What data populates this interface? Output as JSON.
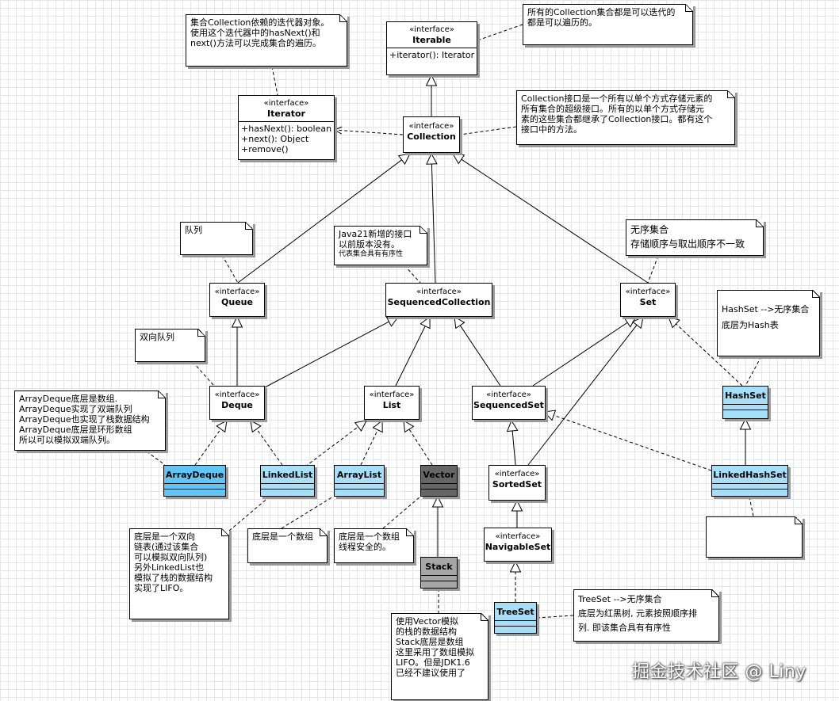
{
  "colors": {
    "blue_dark": "#5ec7f5",
    "blue_light": "#a5dff8",
    "vector_gray": "#666666",
    "stack_gray": "#a6a6a6",
    "line": "#000000"
  },
  "classes": {
    "iterable": {
      "stereotype": "«interface»",
      "name": "Iterable",
      "ops": [
        "+iterator(): Iterator"
      ]
    },
    "iterator": {
      "stereotype": "«interface»",
      "name": "Iterator",
      "ops": [
        "+hasNext(): boolean",
        "+next(): Object",
        "+remove()"
      ]
    },
    "collection": {
      "stereotype": "«interface»",
      "name": "Collection"
    },
    "queue": {
      "stereotype": "«interface»",
      "name": "Queue"
    },
    "sequenced_collection": {
      "stereotype": "«interface»",
      "name": "SequencedCollection"
    },
    "set": {
      "stereotype": "«interface»",
      "name": "Set"
    },
    "deque": {
      "stereotype": "«interface»",
      "name": "Deque"
    },
    "list": {
      "stereotype": "«interface»",
      "name": "List"
    },
    "sequenced_set": {
      "stereotype": "«interface»",
      "name": "SequencedSet"
    },
    "sorted_set": {
      "stereotype": "«interface»",
      "name": "SortedSet"
    },
    "navigable_set": {
      "stereotype": "«interface»",
      "name": "NavigableSet"
    },
    "hashset": {
      "name": "HashSet"
    },
    "arraydeque": {
      "name": "ArrayDeque"
    },
    "linkedlist": {
      "name": "LinkedList"
    },
    "arraylist": {
      "name": "ArrayList"
    },
    "vector": {
      "name": "Vector"
    },
    "stack": {
      "name": "Stack"
    },
    "linkedhashset": {
      "name": "LinkedHashSet"
    },
    "treeset": {
      "name": "TreeSet"
    }
  },
  "notes": {
    "iterator_note": [
      "集合Collection依赖的迭代器对象。",
      "使用这个迭代器中的hasNext()和",
      "next()方法可以完成集合的遍历。"
    ],
    "iterable_note": [
      "所有的Collection集合都是可以迭代的",
      "都是可以遍历的。"
    ],
    "collection_note": [
      "Collection接口是一个所有以单个方式存储元素的",
      "所有集合的超级接口。所有的以单个方式存储元",
      "素的这些集合都继承了Collection接口。都有这个",
      "接口中的方法。"
    ],
    "queue_note": [
      "队列"
    ],
    "sequenced_note": [
      "Java21新增的接口",
      "以前版本没有。",
      "代表集合具有有序性"
    ],
    "set_note": [
      "无序集合",
      "存储顺序与取出顺序不一致"
    ],
    "hashset_note": [
      "HashSet -->无序集合",
      "底层为Hash表"
    ],
    "deque_note": [
      "双向队列"
    ],
    "arraydeque_note": [
      "ArrayDeque底层是数组.",
      "ArrayDeque实现了双端队列",
      "ArrayDeque也实现了栈数据结构",
      "ArrayDeque底层是环形数组",
      "所以可以模拟双端队列。"
    ],
    "linkedlist_note": [
      "底层是一个双向",
      "链表(通过该集合",
      "可以模拟双向队列)",
      "另外LinkedList也",
      "模拟了栈的数据结构",
      "实现了LIFO。"
    ],
    "arraylist_note": [
      "底层是一个数组"
    ],
    "vector_note": [
      "底层是一个数组",
      "线程安全的。"
    ],
    "stack_note": [
      "使用Vector模拟",
      "的栈的数据结构",
      "Stack底层是数组",
      "这里采用了数组模拟",
      "LIFO。但是JDK1.6",
      "已经不建议使用了"
    ],
    "treeset_note": [
      "TreeSet -->无序集合",
      "底层为红黑树, 元素按照顺序排",
      "列. 即该集合具有有序性"
    ],
    "linkedhashset_note": [
      ""
    ]
  },
  "watermark": "掘金技术社区 @ Liny"
}
